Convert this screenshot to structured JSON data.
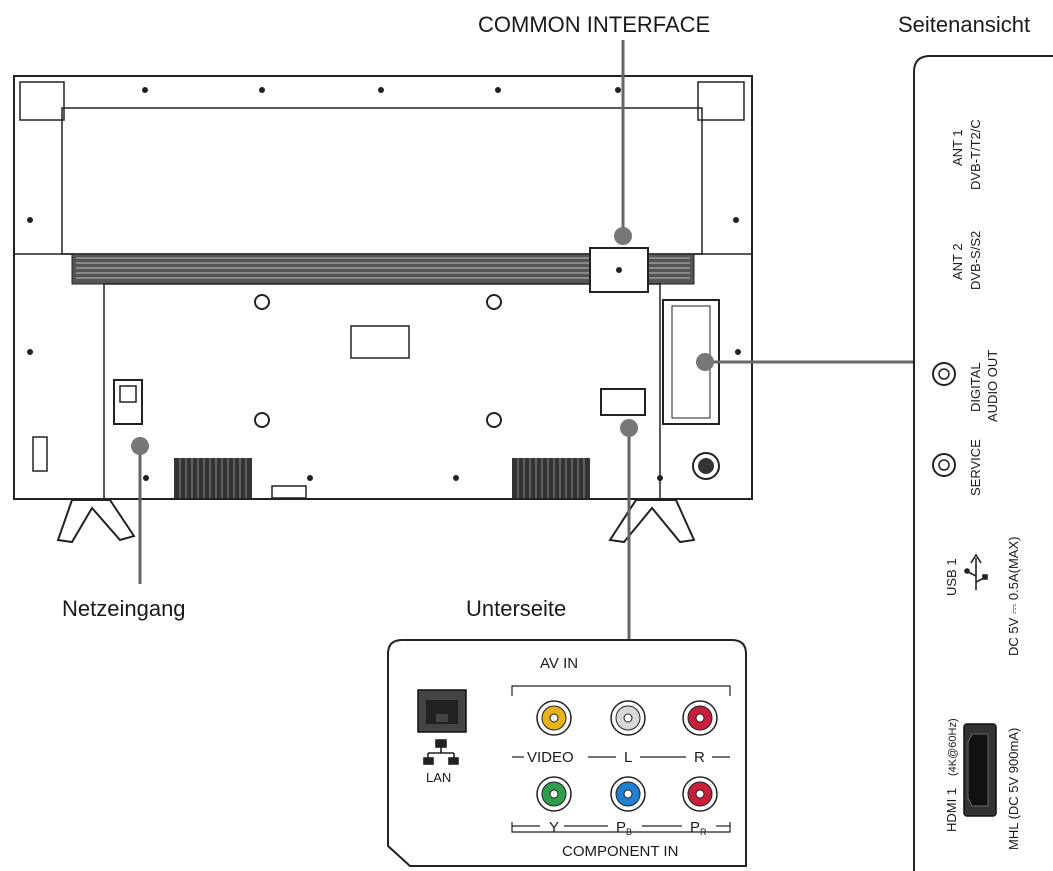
{
  "labels": {
    "common_interface": "COMMON INTERFACE",
    "side_view": "Seitenansicht",
    "power_input": "Netzeingang",
    "bottom_side": "Unterseite"
  },
  "side_panel": {
    "ant1": "ANT 1",
    "ant1_sub": "DVB-T/T2/C",
    "ant2": "ANT 2",
    "ant2_sub": "DVB-S/S2",
    "digital": "DIGITAL",
    "audio_out": "AUDIO OUT",
    "service": "SERVICE",
    "usb": "USB 1",
    "usb_rating": "DC 5V ⎓ 0.5A(MAX)",
    "hdmi": "HDMI 1",
    "hdmi_sub": "(4K@60Hz)",
    "mhl": "MHL (DC 5V 900mA)"
  },
  "bottom_panel": {
    "av_in": "AV IN",
    "lan": "LAN",
    "video": "VIDEO",
    "l": "L",
    "r": "R",
    "y": "Y",
    "pb": "P",
    "pb_sub": "B",
    "pr": "P",
    "pr_sub": "R",
    "component_in": "COMPONENT IN"
  },
  "colors": {
    "video_yellow": "#e8b21c",
    "audio_white": "#d8d8d8",
    "audio_red": "#c8203c",
    "comp_green": "#2e9e4e",
    "comp_blue": "#1f7fd0",
    "comp_red": "#c8203c"
  }
}
